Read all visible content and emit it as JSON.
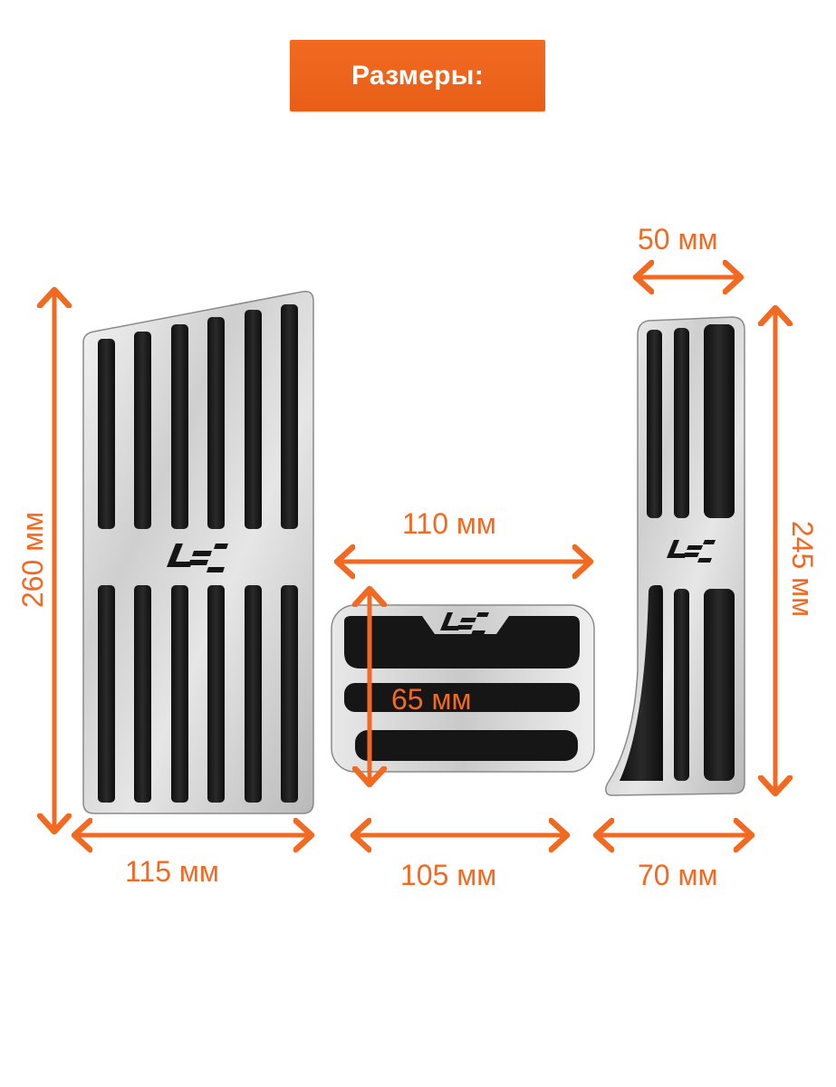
{
  "banner": {
    "title": "Размеры:"
  },
  "accent_color": "#f26a22",
  "dimensions": {
    "left_pedal_height": "260 мм",
    "left_pedal_width": "115 мм",
    "middle_pedal_top_width": "110 мм",
    "middle_pedal_height": "65 мм",
    "middle_pedal_bottom_width": "105 мм",
    "right_pedal_top_width": "50 мм",
    "right_pedal_height": "245 мм",
    "right_pedal_bottom_width": "70 мм"
  }
}
